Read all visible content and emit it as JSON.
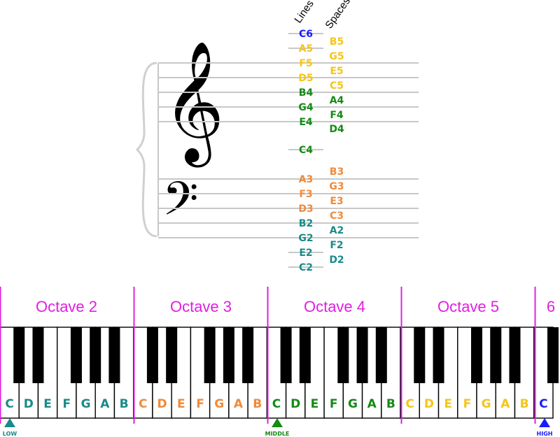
{
  "headers": {
    "lines": "Lines",
    "spaces": "Spaces"
  },
  "colors": {
    "blue": "#1a1aff",
    "yellow": "#f5c518",
    "green": "#158a15",
    "orange": "#f08a3a",
    "teal": "#1a8a8a",
    "magenta": "#e020e0",
    "staff": "#c8c8c8",
    "brace": "#d0d0d0"
  },
  "treble_lines": [
    {
      "label": "C6",
      "color": "blue"
    },
    {
      "label": "A5",
      "color": "yellow"
    },
    {
      "label": "F5",
      "color": "yellow"
    },
    {
      "label": "D5",
      "color": "yellow"
    },
    {
      "label": "B4",
      "color": "green"
    },
    {
      "label": "G4",
      "color": "green"
    },
    {
      "label": "E4",
      "color": "green"
    }
  ],
  "treble_spaces": [
    {
      "label": "B5",
      "color": "yellow"
    },
    {
      "label": "G5",
      "color": "yellow"
    },
    {
      "label": "E5",
      "color": "yellow"
    },
    {
      "label": "C5",
      "color": "yellow"
    },
    {
      "label": "A4",
      "color": "green"
    },
    {
      "label": "F4",
      "color": "green"
    },
    {
      "label": "D4",
      "color": "green"
    }
  ],
  "middle_c": {
    "label": "C4",
    "color": "green"
  },
  "bass_lines": [
    {
      "label": "A3",
      "color": "orange"
    },
    {
      "label": "F3",
      "color": "orange"
    },
    {
      "label": "D3",
      "color": "orange"
    },
    {
      "label": "B2",
      "color": "teal"
    },
    {
      "label": "G2",
      "color": "teal"
    },
    {
      "label": "E2",
      "color": "teal"
    },
    {
      "label": "C2",
      "color": "teal"
    }
  ],
  "bass_spaces": [
    {
      "label": "B3",
      "color": "orange"
    },
    {
      "label": "G3",
      "color": "orange"
    },
    {
      "label": "E3",
      "color": "orange"
    },
    {
      "label": "C3",
      "color": "orange"
    },
    {
      "label": "A2",
      "color": "teal"
    },
    {
      "label": "F2",
      "color": "teal"
    },
    {
      "label": "D2",
      "color": "teal"
    }
  ],
  "clefs": {
    "treble": "𝄞",
    "bass": "𝄢"
  },
  "octaves": [
    "Octave 2",
    "Octave 3",
    "Octave 4",
    "Octave 5",
    "6"
  ],
  "keyboard": {
    "white_keys": [
      {
        "n": "C",
        "color": "teal"
      },
      {
        "n": "D",
        "color": "teal"
      },
      {
        "n": "E",
        "color": "teal"
      },
      {
        "n": "F",
        "color": "teal"
      },
      {
        "n": "G",
        "color": "teal"
      },
      {
        "n": "A",
        "color": "teal"
      },
      {
        "n": "B",
        "color": "teal"
      },
      {
        "n": "C",
        "color": "orange"
      },
      {
        "n": "D",
        "color": "orange"
      },
      {
        "n": "E",
        "color": "orange"
      },
      {
        "n": "F",
        "color": "orange"
      },
      {
        "n": "G",
        "color": "orange"
      },
      {
        "n": "A",
        "color": "orange"
      },
      {
        "n": "B",
        "color": "orange"
      },
      {
        "n": "C",
        "color": "green"
      },
      {
        "n": "D",
        "color": "green"
      },
      {
        "n": "E",
        "color": "green"
      },
      {
        "n": "F",
        "color": "green"
      },
      {
        "n": "G",
        "color": "green"
      },
      {
        "n": "A",
        "color": "green"
      },
      {
        "n": "B",
        "color": "green"
      },
      {
        "n": "C",
        "color": "yellow"
      },
      {
        "n": "D",
        "color": "yellow"
      },
      {
        "n": "E",
        "color": "yellow"
      },
      {
        "n": "F",
        "color": "yellow"
      },
      {
        "n": "G",
        "color": "yellow"
      },
      {
        "n": "A",
        "color": "yellow"
      },
      {
        "n": "B",
        "color": "yellow"
      },
      {
        "n": "C",
        "color": "blue"
      }
    ]
  },
  "markers": [
    {
      "label": "LOW",
      "color": "teal"
    },
    {
      "label": "MIDDLE",
      "color": "green"
    },
    {
      "label": "HIGH",
      "color": "blue"
    }
  ]
}
